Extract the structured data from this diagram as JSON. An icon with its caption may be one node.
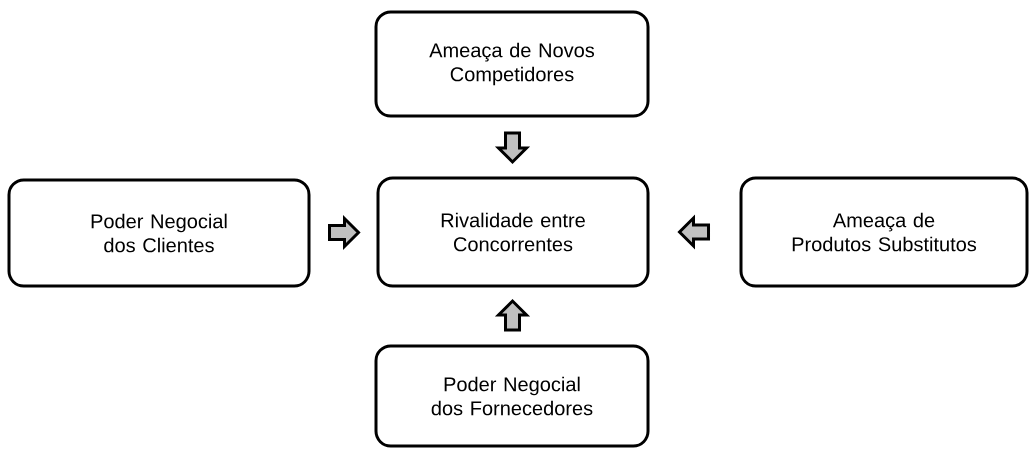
{
  "diagram": {
    "nodes": [
      {
        "text": [
          "Ameaça de Novos Competidores"
        ]
      },
      {
        "text": [
          "Poder Negocial dos Clientes"
        ]
      },
      {
        "text": [
          "Rivalidade entre Concorrentes"
        ]
      },
      {
        "text": [
          "Ameaça de Produtos Substitutos"
        ]
      },
      {
        "text": [
          "Poder Negocial dos Fornecedores"
        ]
      }
    ],
    "edges": [
      {
        "from": 0,
        "to": 2,
        "arrow": "to"
      },
      {
        "from": 1,
        "to": 2,
        "arrow": "to"
      },
      {
        "from": 3,
        "to": 2,
        "arrow": "to"
      },
      {
        "from": 4,
        "to": 2,
        "arrow": "to"
      }
    ]
  }
}
